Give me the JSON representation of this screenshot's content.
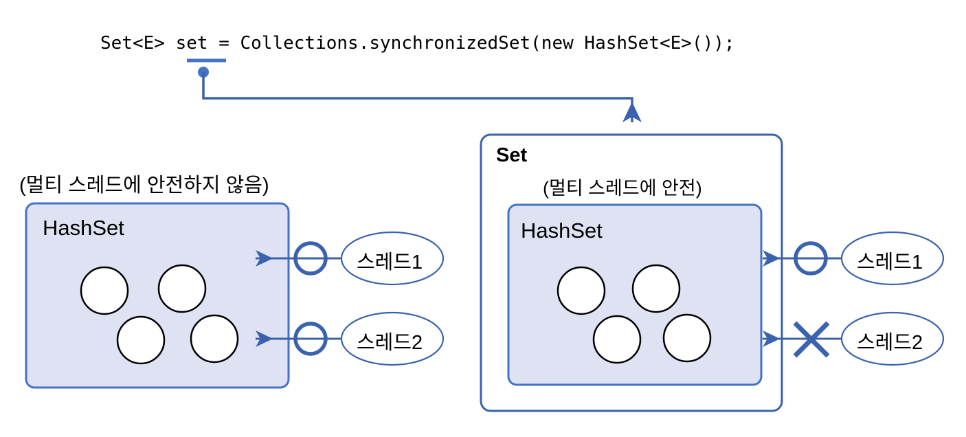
{
  "code": {
    "prefix": "Set<E> ",
    "underlined_token": "set",
    "suffix": " = Collections.synchronizedSet(new HashSet<E>());",
    "full": "Set<E> set = Collections.synchronizedSet(new HashSet<E>());",
    "accent_color": "#4472C4"
  },
  "left_group": {
    "caption": "(멀티 스레드에 안전하지 않음)",
    "box_label": "HashSet",
    "box_fill": "#DEE2F2",
    "box_border": "#4472C4",
    "node_count": 4,
    "threads": [
      {
        "label": "스레드1",
        "marker": "circle-open",
        "access": "allowed"
      },
      {
        "label": "스레드2",
        "marker": "circle-open",
        "access": "allowed"
      }
    ]
  },
  "right_group": {
    "outer_label": "Set",
    "caption": "(멀티 스레드에 안전)",
    "box_label": "HashSet",
    "outer_fill": "#FFFFFF",
    "inner_fill": "#DEE2F2",
    "box_border": "#4472C4",
    "node_count": 4,
    "threads": [
      {
        "label": "스레드1",
        "marker": "circle-open",
        "access": "allowed"
      },
      {
        "label": "스레드2",
        "marker": "cross",
        "access": "blocked"
      }
    ]
  },
  "connector": {
    "from": "set",
    "to": "Set",
    "color": "#4472C4",
    "style": "elbow-arrow"
  },
  "colors": {
    "accent_blue": "#4472C4",
    "node_stroke": "#000000",
    "box_fill": "#DEE2F2",
    "background": "#FFFFFF"
  }
}
